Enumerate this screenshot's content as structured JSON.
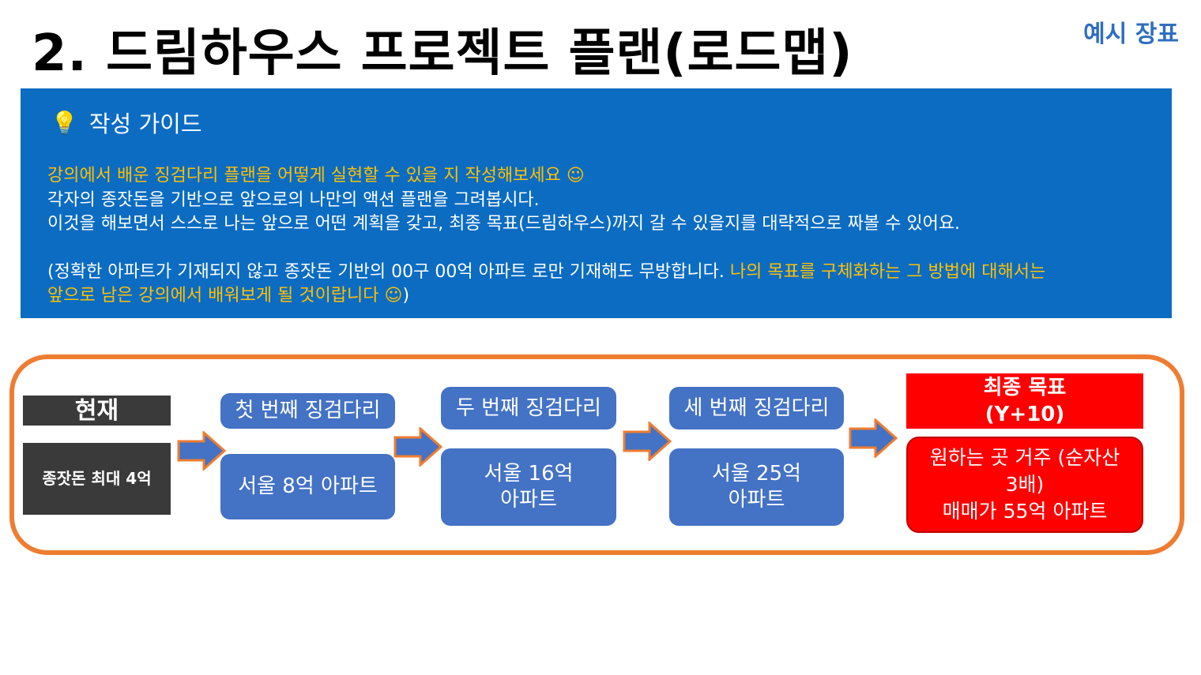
{
  "title": "2. 드림하우스 프로젝트 플랜(로드맵)",
  "example_tag": "예시 장표",
  "guide": {
    "heading": "작성 가이드",
    "icon": "lightbulb-icon",
    "line1": "강의에서 배운 징검다리 플랜을 어떻게 실현할 수 있을 지 작성해보세요 ☺",
    "line2": "각자의 종잣돈을 기반으로 앞으로의 나만의 액션 플랜을 그려봅시다.",
    "line3": "이것을 해보면서 스스로 나는 앞으로 어떤 계획을 갖고, 최종 목표(드림하우스)까지 갈 수 있을지를 대략적으로 짜볼 수 있어요.",
    "line4_white": "(정확한 아파트가 기재되지 않고 종잣돈 기반의 00구 00억 아파트 로만 기재해도 무방합니다. ",
    "line4_orange": "나의 목표를 구체화하는 그 방법에 대해서는",
    "line5_orange": "앞으로 남은 강의에서 배워보게 될 것이랍니다 ☺",
    "line5_close": ")"
  },
  "roadmap": {
    "current": {
      "heading": "현재",
      "body": "종잣돈 최대 4억"
    },
    "step1": {
      "heading": "첫 번째 징검다리",
      "body": "서울 8억 아파트"
    },
    "step2": {
      "heading": "두 번째 징검다리",
      "body_l1": "서울 16억",
      "body_l2": "아파트"
    },
    "step3": {
      "heading": "세 번째 징검다리",
      "body_l1": "서울 25억",
      "body_l2": "아파트"
    },
    "goal": {
      "heading_l1": "최종 목표",
      "heading_l2": "(Y+10)",
      "body_l1": "원하는 곳 거주 (순자산",
      "body_l2": "3배)",
      "body_l3": "매매가 55억 아파트"
    }
  },
  "colors": {
    "guide_bg": "#0b6cc2",
    "highlight": "#ffc000",
    "border": "#ee7d31",
    "step_blue": "#4472c4",
    "goal_red": "#ff0000",
    "dark": "#3a3a3a"
  }
}
